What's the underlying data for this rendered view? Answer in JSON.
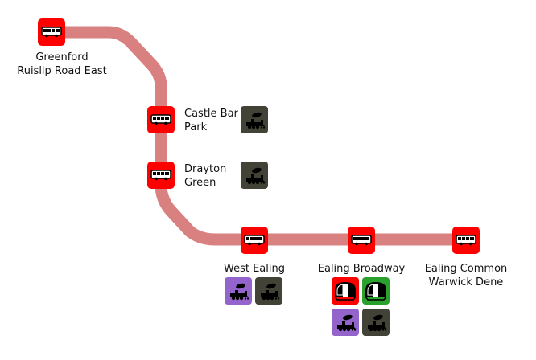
{
  "map": {
    "route_color": "#d98080",
    "stop_color": "#ff0000",
    "stops": [
      {
        "id": "greenford",
        "name": "Greenford\nRuislip Road East",
        "icon": "bus-icon"
      },
      {
        "id": "castle-bar-park",
        "name": "Castle Bar\nPark",
        "icon": "bus-icon"
      },
      {
        "id": "drayton-green",
        "name": "Drayton\nGreen",
        "icon": "bus-icon"
      },
      {
        "id": "west-ealing",
        "name": "West Ealing",
        "icon": "bus-icon"
      },
      {
        "id": "ealing-broadway",
        "name": "Ealing Broadway",
        "icon": "bus-icon"
      },
      {
        "id": "ealing-common",
        "name": "Ealing Common\nWarwick Dene",
        "icon": "bus-icon"
      }
    ],
    "interchanges": {
      "castle-bar-park": [
        {
          "mode": "national-rail",
          "icon": "train-icon",
          "color": "#434236"
        }
      ],
      "drayton-green": [
        {
          "mode": "national-rail",
          "icon": "train-icon",
          "color": "#434236"
        }
      ],
      "west-ealing": [
        {
          "mode": "elizabeth-line",
          "icon": "train-icon",
          "color": "#9364cc"
        },
        {
          "mode": "national-rail",
          "icon": "train-icon",
          "color": "#434236"
        }
      ],
      "ealing-broadway": [
        {
          "mode": "central-line",
          "icon": "underground-icon",
          "color": "#ff0000"
        },
        {
          "mode": "district-line",
          "icon": "underground-icon",
          "color": "#2ca02c"
        },
        {
          "mode": "elizabeth-line",
          "icon": "train-icon",
          "color": "#9364cc"
        },
        {
          "mode": "national-rail",
          "icon": "train-icon",
          "color": "#434236"
        }
      ]
    }
  }
}
